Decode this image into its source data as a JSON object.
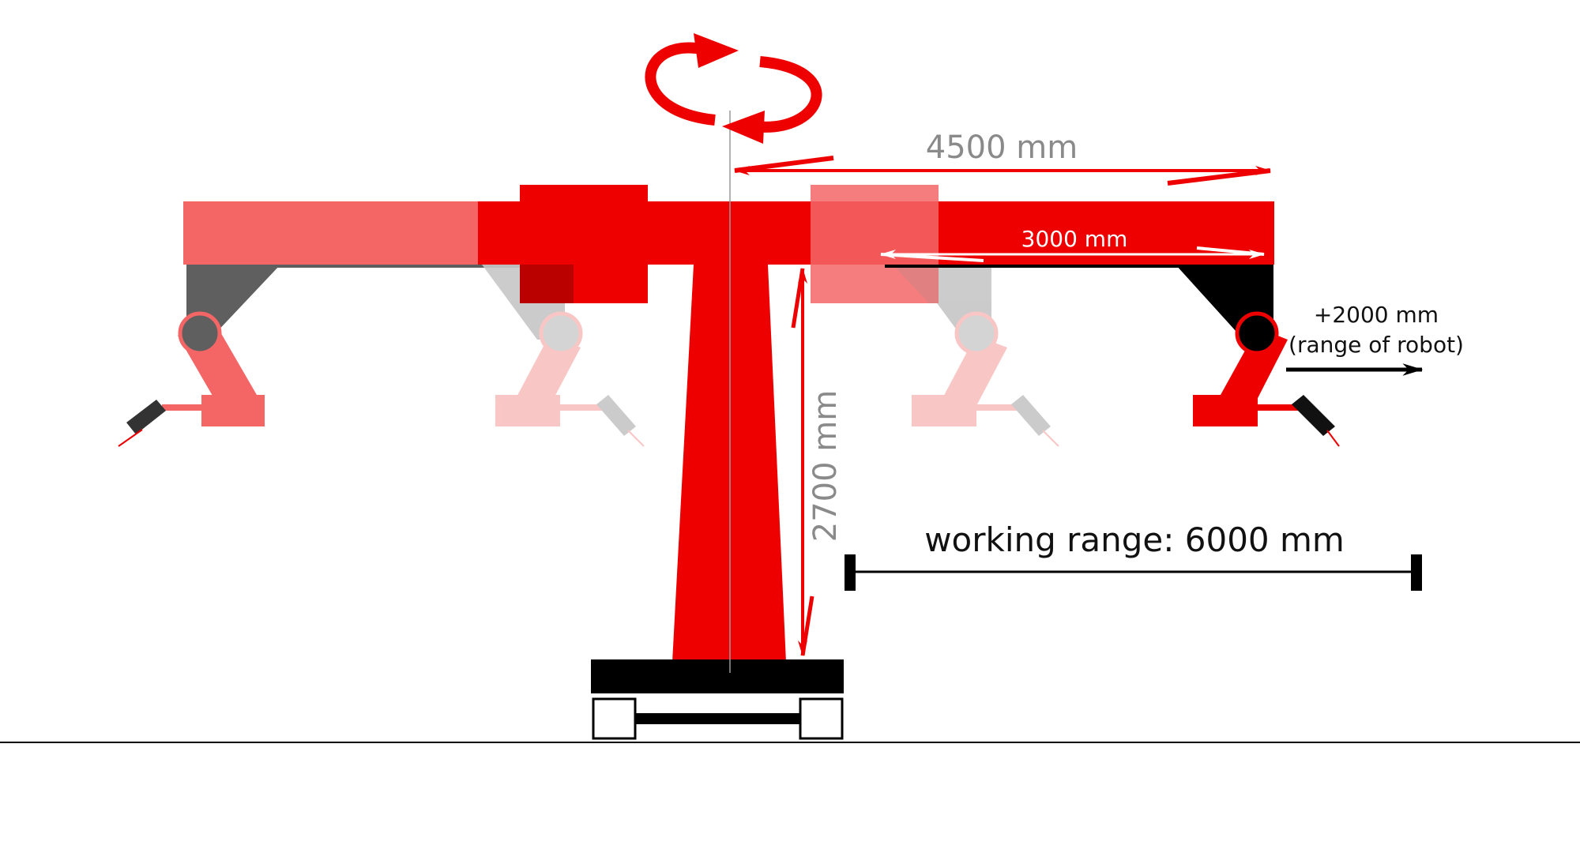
{
  "labels": {
    "boom_length": "4500 mm",
    "travel_length": "3000 mm",
    "column_height": "2700 mm",
    "robot_range_value": "+2000 mm",
    "robot_range_note": "(range of robot)",
    "working_range": "working range: 6000 mm"
  },
  "colors": {
    "red": "#ee0000",
    "light_red": "#f46666",
    "faded_red": "#f9c0c0",
    "dark_grey": "#5f5f5f",
    "light_grey": "#c6c6c6",
    "black": "#000000"
  },
  "icons": {
    "rotation": "rotation-arrows-icon"
  }
}
